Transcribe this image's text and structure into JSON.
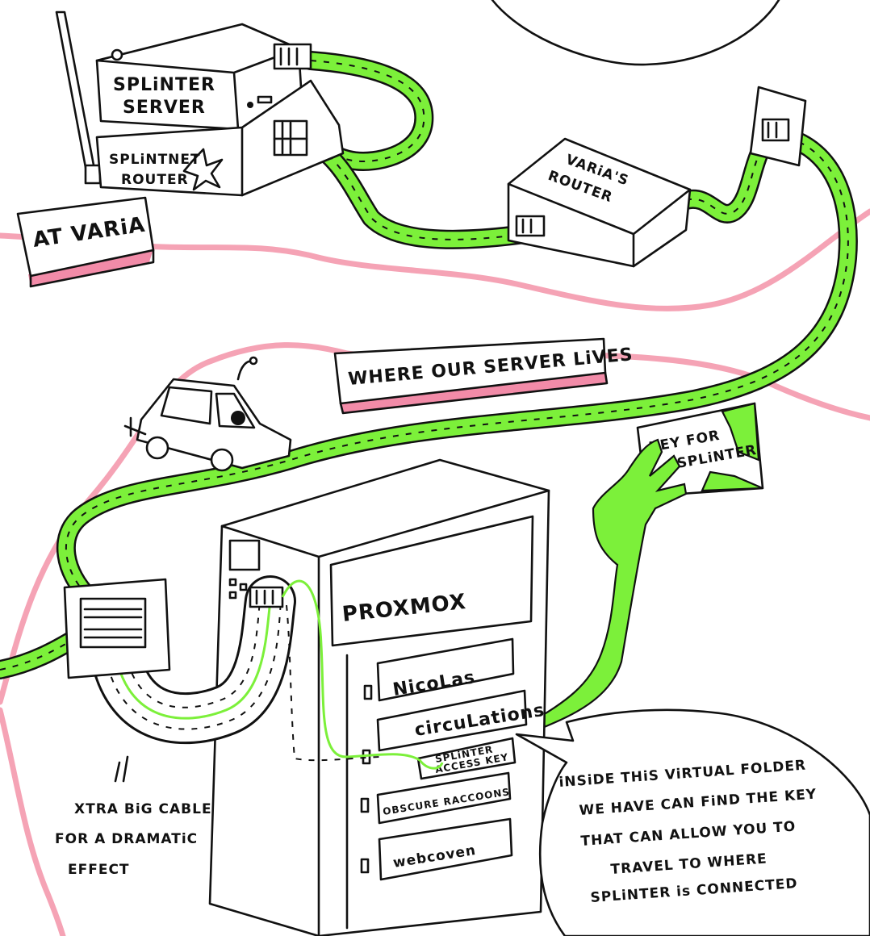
{
  "labels": {
    "splinter_server": [
      "SPLiNTER",
      "SERVER"
    ],
    "splintnet_router": [
      "SPLiNTNET",
      "ROUTER"
    ],
    "at_varia": "AT VARiA",
    "varias_router": [
      "VARiA'S",
      "ROUTER"
    ],
    "where_server_lives": "WHERE OUR SERVER LiVES",
    "key_for_splinter": [
      "KEY FOR",
      "SPLiNTER"
    ],
    "proxmox": "PROXMOX",
    "folders": [
      "NicoLas",
      "circuLations",
      "OBSCURE RACCOONS",
      "webcoven"
    ],
    "access_key": [
      "SPLiNTER",
      "ACCESS KEY"
    ],
    "cable_note": [
      "XTRA BiG CABLE",
      "FOR A DRAMATiC",
      "EFFECT"
    ],
    "speech_bubble": [
      "iNSiDE THiS ViRTUAL FOLDER",
      "WE HAVE CAN FiND THE KEY",
      "THAT CAN ALLOW YOU TO",
      "TRAVEL TO WHERE",
      "SPLiNTER is CONNECTED"
    ]
  },
  "colors": {
    "cable_green": "#7cf03a",
    "border_pink": "#f5a3b5",
    "sign_pink": "#f28ba8",
    "ink": "#111111"
  }
}
